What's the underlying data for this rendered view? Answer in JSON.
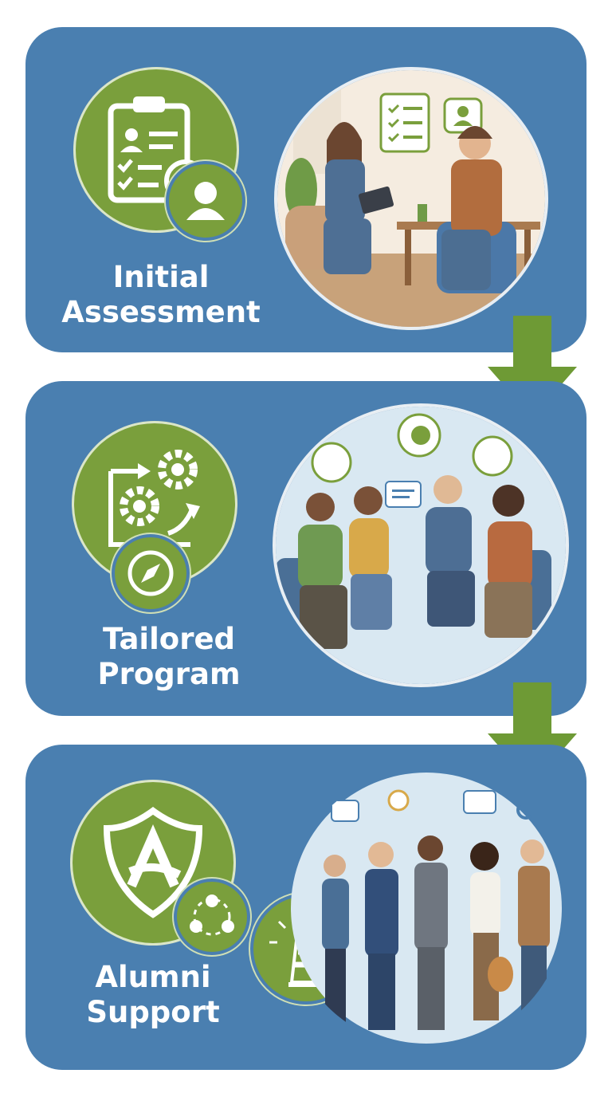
{
  "steps": [
    {
      "title_line1": "Initial",
      "title_line2": "Assessment",
      "icon": "clipboard-checklist-icon",
      "badge_icon": "user-icon"
    },
    {
      "title_line1": "Tailored",
      "title_line2": "Program",
      "icon": "gears-cycle-icon",
      "badge_icon": "compass-icon"
    },
    {
      "title_line1": "Alumni",
      "title_line2": "Support",
      "icon": "shield-a-icon",
      "badge_icon": "network-people-icon",
      "extra_badge_icon": "lighthouse-icon"
    }
  ],
  "colors": {
    "card_blue": "#4a7fb0",
    "icon_green": "#7a9f3c",
    "arrow_green": "#6e9a35",
    "text_white": "#ffffff"
  }
}
